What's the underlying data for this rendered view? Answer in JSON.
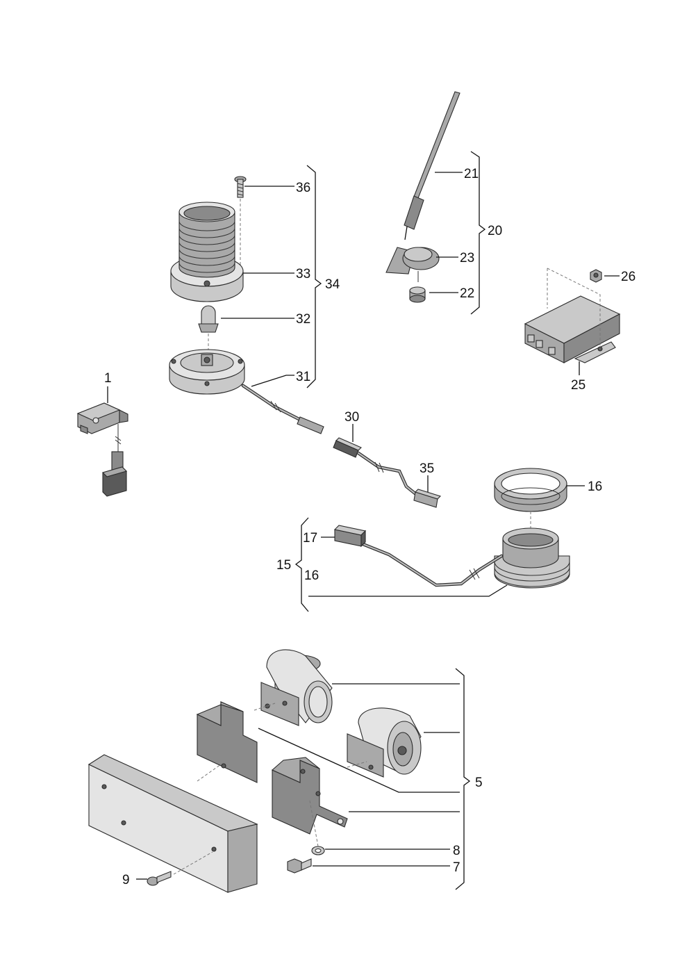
{
  "callouts": {
    "c1": "1",
    "c5": "5",
    "c7": "7",
    "c8": "8",
    "c9": "9",
    "c15": "15",
    "c16a": "16",
    "c16b": "16",
    "c17": "17",
    "c20": "20",
    "c21": "21",
    "c22": "22",
    "c23": "23",
    "c25": "25",
    "c26": "26",
    "c30": "30",
    "c31": "31",
    "c32": "32",
    "c33": "33",
    "c34": "34",
    "c35": "35",
    "c36": "36"
  },
  "colors": {
    "background": "#ffffff",
    "line": "#111111",
    "part_light": "#e4e4e4",
    "part_mid": "#a9a9a9",
    "part_dark": "#5a5a5a"
  },
  "icons": {
    "sensor_1": "sensor-with-connector",
    "siren_assembly": "siren-body-with-base",
    "antenna": "rod-antenna",
    "module_25": "control-module-box",
    "horn_assembly": "horn-with-brackets",
    "sounder_15": "round-sounder-with-ring-nut"
  }
}
